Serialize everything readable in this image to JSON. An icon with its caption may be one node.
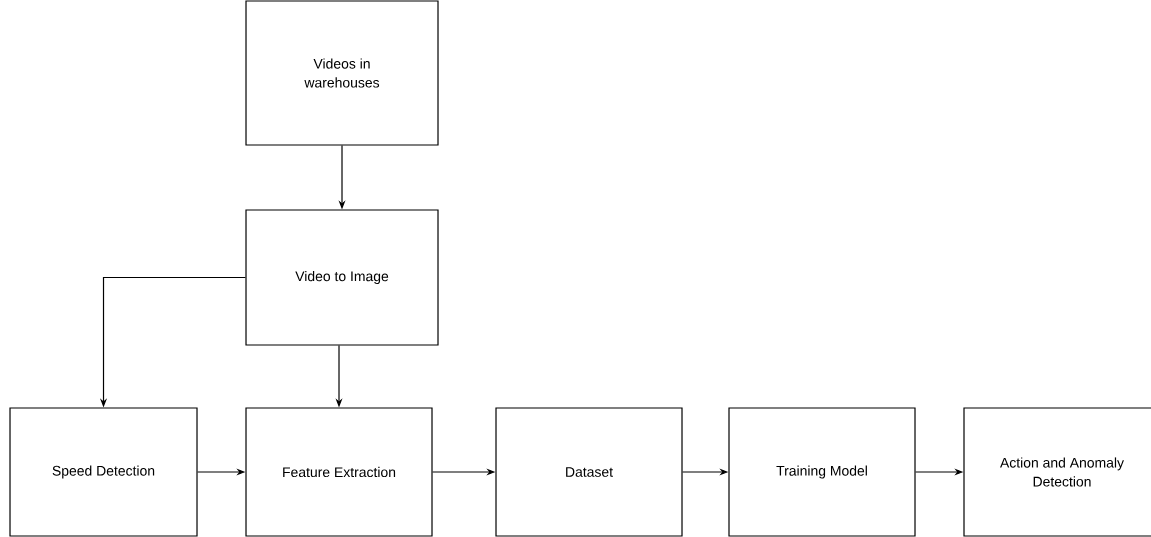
{
  "diagram": {
    "nodes": [
      {
        "text": [
          "Videos in warehouses"
        ]
      },
      {
        "text": [
          "Video to Image"
        ]
      },
      {
        "text": [
          "Speed Detection"
        ]
      },
      {
        "text": [
          "Feature Extraction"
        ]
      },
      {
        "text": [
          "Dataset"
        ]
      },
      {
        "text": [
          "Training Model"
        ]
      },
      {
        "text": [
          "Action and Anomaly Detection"
        ]
      }
    ],
    "edges": [
      {
        "from": 0,
        "to": 1,
        "arrow": "to"
      },
      {
        "from": 1,
        "to": 2,
        "arrow": "to"
      },
      {
        "from": 1,
        "to": 3,
        "arrow": "to"
      },
      {
        "from": 2,
        "to": 3,
        "arrow": "to"
      },
      {
        "from": 3,
        "to": 4,
        "arrow": "to"
      },
      {
        "from": 4,
        "to": 5,
        "arrow": "to"
      },
      {
        "from": 5,
        "to": 6,
        "arrow": "to"
      }
    ]
  }
}
